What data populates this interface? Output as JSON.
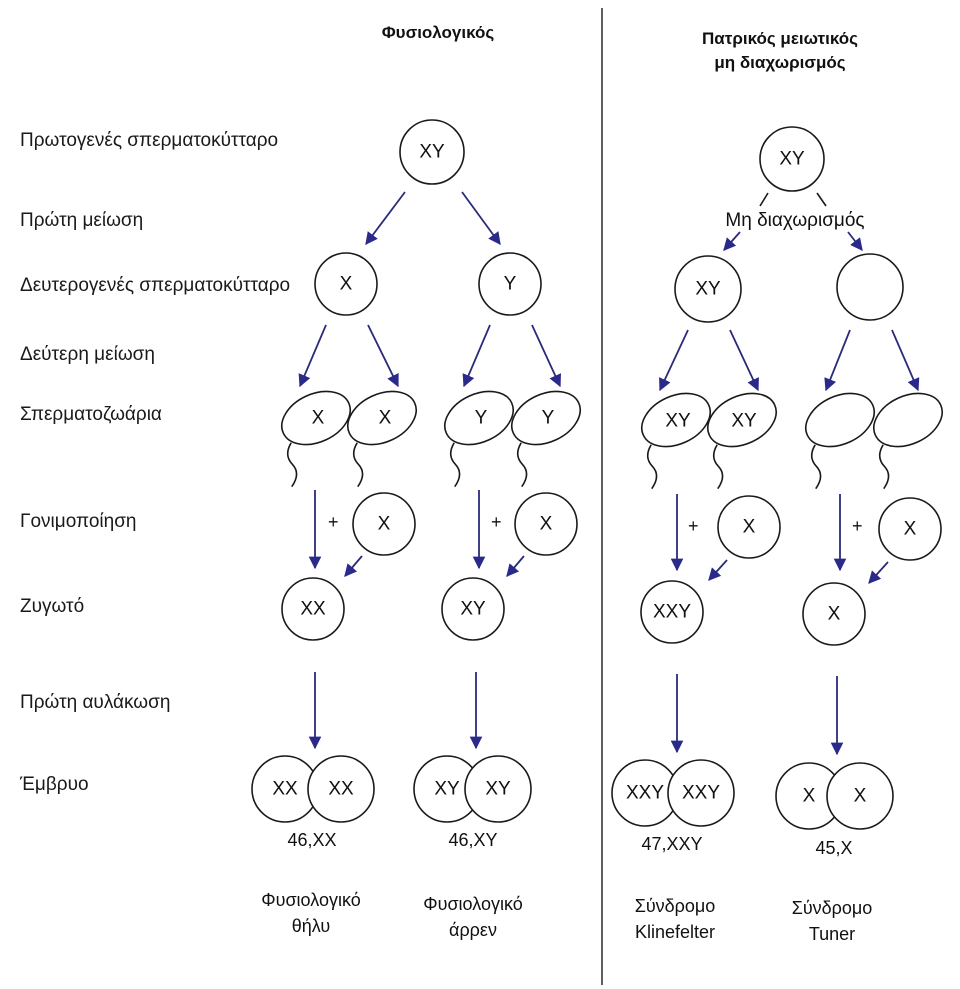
{
  "headers": {
    "normal": "Φυσιολογικός",
    "nondisjunction_line1": "Πατρικός μειωτικός",
    "nondisjunction_line2": "μη διαχωρισμός"
  },
  "rows": {
    "primary": "Πρωτογενές σπερματοκύτταρο",
    "meiosis1": "Πρώτη μείωση",
    "secondary": "Δευτερογενές σπερματοκύτταρο",
    "meiosis2": "Δεύτερη μείωση",
    "sperm": "Σπερματοζωάρια",
    "fertilization": "Γονιμοποίηση",
    "zygote": "Ζυγωτό",
    "cleavage": "Πρώτη αυλάκωση",
    "embryo": "Έμβρυο"
  },
  "annotations": {
    "nondisjunction": "Μη διαχωρισμός",
    "plus": "+"
  },
  "cells": {
    "normal_primary": "XY",
    "normal_secondary_a": "X",
    "normal_secondary_b": "Y",
    "normal_sperm": [
      "X",
      "X",
      "Y",
      "Y"
    ],
    "egg": "X",
    "normal_zygote_a": "XX",
    "normal_zygote_b": "XY",
    "normal_embryo_a": [
      "XX",
      "XX"
    ],
    "normal_embryo_b": [
      "XY",
      "XY"
    ],
    "nd_primary": "XY",
    "nd_secondary_a": "XY",
    "nd_secondary_b": "",
    "nd_sperm": [
      "XY",
      "XY",
      "",
      ""
    ],
    "nd_zygote_a": "XXY",
    "nd_zygote_b": "X",
    "nd_embryo_a": [
      "XXY",
      "XXY"
    ],
    "nd_embryo_b": [
      "X",
      "X"
    ]
  },
  "karyotypes": [
    "46,XX",
    "46,XY",
    "47,XXY",
    "45,X"
  ],
  "outcomes": [
    [
      "Φυσιολογικό",
      "θήλυ"
    ],
    [
      "Φυσιολογικό",
      "άρρεν"
    ],
    [
      "Σύνδρομο",
      "Klinefelter"
    ],
    [
      "Σύνδρομο",
      "Tuner"
    ]
  ]
}
